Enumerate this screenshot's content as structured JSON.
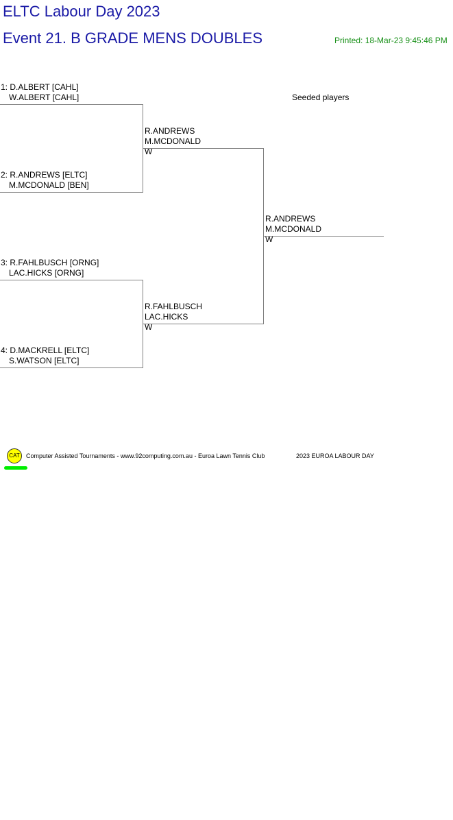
{
  "header": {
    "title": "ELTC Labour Day 2023",
    "event": "Event 21. B GRADE MENS DOUBLES",
    "printed": "Printed: 18-Mar-23 9:45:46 PM"
  },
  "seeded_label": "Seeded players",
  "round1": [
    {
      "p1": "1: D.ALBERT [CAHL]",
      "p2": "W.ALBERT [CAHL]"
    },
    {
      "p1": "2: R.ANDREWS [ELTC]",
      "p2": "M.MCDONALD [BEN]"
    },
    {
      "p1": "3: R.FAHLBUSCH [ORNG]",
      "p2": "LAC.HICKS [ORNG]"
    },
    {
      "p1": "4: D.MACKRELL [ELTC]",
      "p2": "S.WATSON [ELTC]"
    }
  ],
  "round2": [
    {
      "p1": "R.ANDREWS",
      "p2": "M.MCDONALD",
      "result": "W"
    },
    {
      "p1": "R.FAHLBUSCH",
      "p2": "LAC.HICKS",
      "result": "W"
    }
  ],
  "final": {
    "p1": "R.ANDREWS",
    "p2": "M.MCDONALD",
    "result": "W"
  },
  "footer": {
    "logo": "CAT",
    "credit": "Computer Assisted Tournaments - www.92computing.com.au -  Euroa Lawn Tennis Club",
    "event_name": "2023 EUROA LABOUR DAY"
  }
}
